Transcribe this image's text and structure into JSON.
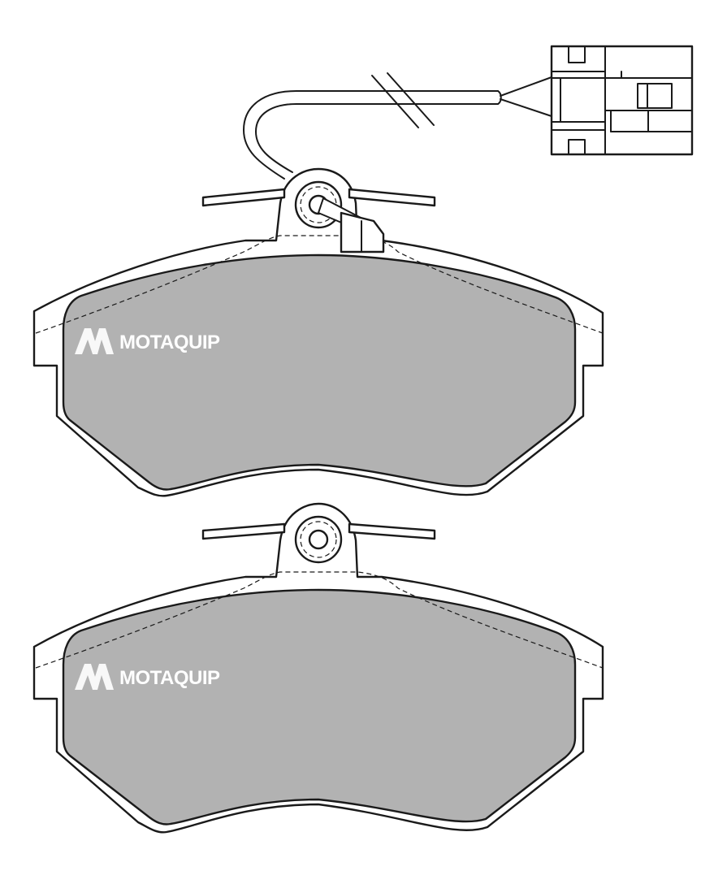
{
  "brand": {
    "name": "MOTAQUIP",
    "logo_icon": "motaquip-m-logo",
    "text_color": "#ffffff"
  },
  "pads": [
    {
      "id": "pad-with-wear-sensor",
      "has_wear_sensor": true
    },
    {
      "id": "pad-without-wear-sensor",
      "has_wear_sensor": false
    }
  ],
  "colors": {
    "friction_material": "#b2b2b2",
    "outline": "#1a1a1a",
    "background": "#ffffff"
  }
}
